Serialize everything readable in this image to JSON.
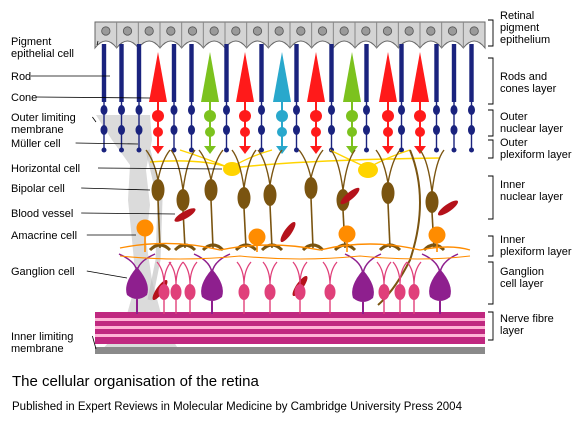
{
  "left_labels": [
    {
      "id": "pigment",
      "lines": [
        "Pigment",
        "epithelial cell"
      ]
    },
    {
      "id": "rod",
      "lines": [
        "Rod"
      ]
    },
    {
      "id": "cone",
      "lines": [
        "Cone"
      ]
    },
    {
      "id": "olm",
      "lines": [
        "Outer limiting",
        "membrane"
      ]
    },
    {
      "id": "muller",
      "lines": [
        "Müller cell"
      ]
    },
    {
      "id": "horizontal",
      "lines": [
        "Horizontal cell"
      ]
    },
    {
      "id": "bipolar",
      "lines": [
        "Bipolar cell"
      ]
    },
    {
      "id": "vessel",
      "lines": [
        "Blood vessel"
      ]
    },
    {
      "id": "amacrine",
      "lines": [
        "Amacrine cell"
      ]
    },
    {
      "id": "ganglion",
      "lines": [
        "Ganglion cell"
      ]
    },
    {
      "id": "ilm",
      "lines": [
        "Inner limiting",
        "membrane"
      ]
    }
  ],
  "right_labels": [
    {
      "id": "rpe",
      "lines": [
        "Retinal",
        "pigment",
        "epithelium"
      ]
    },
    {
      "id": "rods-cones",
      "lines": [
        "Rods and",
        "cones layer"
      ]
    },
    {
      "id": "onl",
      "lines": [
        "Outer",
        "nuclear layer"
      ]
    },
    {
      "id": "opl",
      "lines": [
        "Outer",
        "plexiform layer"
      ]
    },
    {
      "id": "inl",
      "lines": [
        "Inner",
        "nuclear layer"
      ]
    },
    {
      "id": "ipl",
      "lines": [
        "Inner",
        "plexiform layer"
      ]
    },
    {
      "id": "gcl",
      "lines": [
        "Ganglion",
        "cell layer"
      ]
    },
    {
      "id": "nfl",
      "lines": [
        "Nerve fibre",
        "layer"
      ]
    }
  ],
  "caption": {
    "title": "The cellular organisation of the retina",
    "publication": "Published in Expert Reviews in Molecular Medicine by Cambridge University Press 2004"
  },
  "colors": {
    "rod": "#1a237e",
    "cone_red": "#ff1a1a",
    "cone_green": "#7cc21e",
    "cone_blue": "#29a8cc",
    "bipolar": "#7a5410",
    "horizontal": "#ffd400",
    "amacrine": "#ff8c00",
    "ganglion_small": "#e0407a",
    "ganglion_large": "#8e1f8e",
    "blood_vessel": "#b5121b",
    "nerve_fibre": "#c02880",
    "muller": "#c8c8c8",
    "pigment": "#d4d4d4"
  }
}
